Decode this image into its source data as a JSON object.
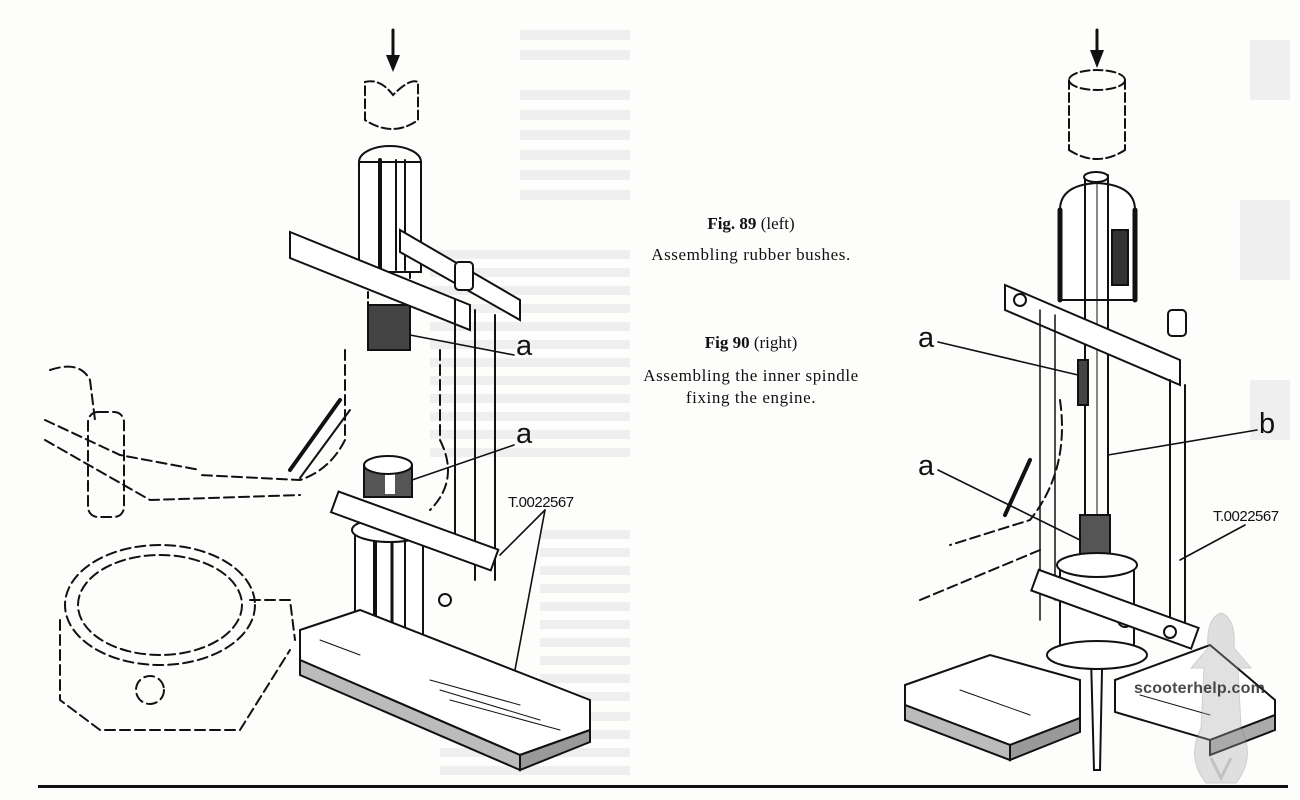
{
  "page": {
    "type": "scanned service manual page",
    "figures": [
      {
        "id": "fig-89",
        "caption_title": "Fig. 89",
        "caption_position": "(left)",
        "caption_text": "Assembling rubber bushes.",
        "labels": [
          "a",
          "a"
        ],
        "tool_reference": "T.0022567"
      },
      {
        "id": "fig-90",
        "caption_title": "Fig 90",
        "caption_position": "(right)",
        "caption_text_line1": "Assembling the inner spindle",
        "caption_text_line2": "fixing the engine.",
        "labels": [
          "a",
          "a",
          "b"
        ],
        "tool_reference": "T.0022567"
      }
    ],
    "watermark": "scooterhelp.com",
    "colors": {
      "ink": "#111111",
      "paper": "#fdfdfc",
      "bleed": "#ececec"
    }
  }
}
